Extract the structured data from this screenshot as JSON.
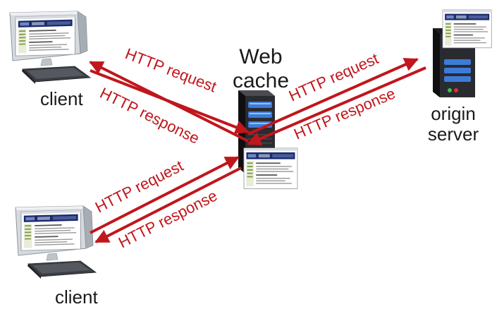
{
  "nodes": {
    "client_top": {
      "label": "client"
    },
    "client_bottom": {
      "label": "client"
    },
    "cache": {
      "label_line1": "Web",
      "label_line2": "cache"
    },
    "origin": {
      "label_line1": "origin",
      "label_line2": "server"
    }
  },
  "edges": {
    "top_client_request": "HTTP request",
    "top_client_response": "HTTP response",
    "origin_request": "HTTP request",
    "origin_response": "HTTP response",
    "bottom_client_request": "HTTP request",
    "bottom_client_response": "HTTP response"
  },
  "colors": {
    "arrow": "#c0161c",
    "server_body": "#1f1f22",
    "server_led_blue": "#3d7bd9",
    "server_led_green": "#3cc24a",
    "server_led_red": "#e03030",
    "monitor_frame": "#cfd3d8",
    "screen_header": "#1b2a6b"
  }
}
